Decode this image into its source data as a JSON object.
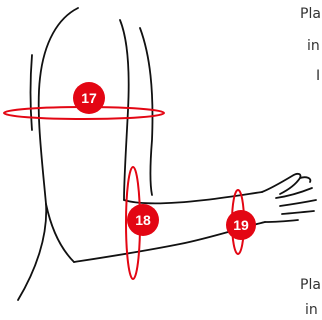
{
  "colors": {
    "outline": "#111111",
    "accent": "#e30613",
    "marker_text": "#ffffff",
    "side_text": "#333333"
  },
  "measurements": [
    {
      "number": "17",
      "area": "upper arm"
    },
    {
      "number": "18",
      "area": "elbow"
    },
    {
      "number": "19",
      "area": "wrist"
    }
  ],
  "side_text": {
    "top_lines": [
      "Pla",
      "in",
      "I"
    ],
    "bottom_lines": [
      "Pla",
      "in"
    ]
  }
}
